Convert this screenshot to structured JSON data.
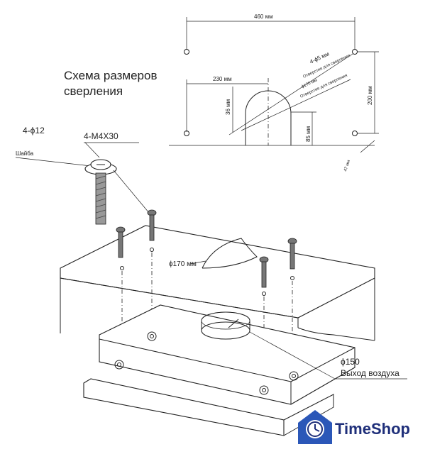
{
  "diagram": {
    "title_line1": "Схема размеров",
    "title_line2": "сверления",
    "dim_460": "460 мм",
    "dim_230": "230 мм",
    "dim_36": "36 мм",
    "dim_85": "85 мм",
    "dim_200": "200 мм",
    "dim_47": "47 мм",
    "hole_4phi5": "4-ϕ5 мм",
    "hole_note1": "Отверстие для сверления",
    "hole_170": "ϕ170 мм",
    "hole_note2": "Отверстие для сверления",
    "label_4phi12": "4-ϕ12",
    "label_m4x30": "4-M4X30",
    "label_washer": "Шайба",
    "label_phi170": "ϕ170 мм",
    "label_phi150": "ϕ150",
    "label_air": "Выход воздуха"
  },
  "brand": {
    "name": "TimeShop",
    "color": "#1f2f7a",
    "logo_icon": "clock-tag-icon"
  }
}
